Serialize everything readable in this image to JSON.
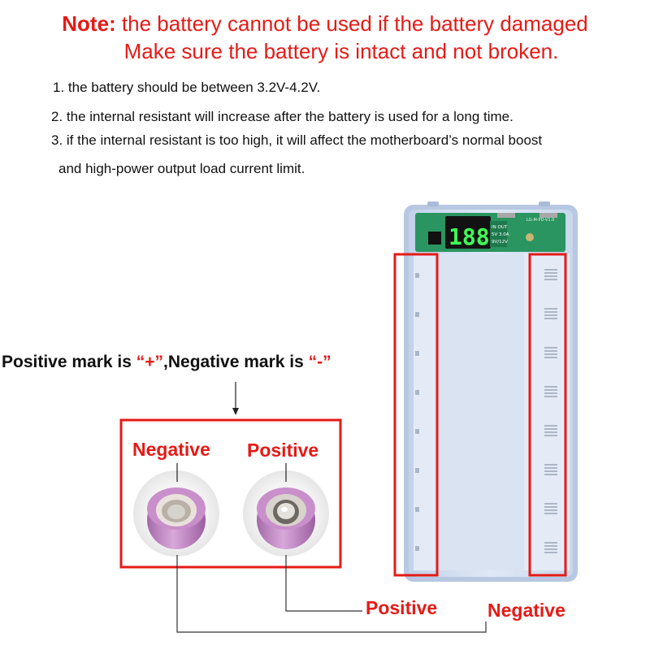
{
  "note": {
    "prefix": "Note:",
    "line1": " the battery cannot be used if the battery damaged",
    "line2": "Make sure the battery is intact and not broken."
  },
  "items": [
    "1. the battery should be between 3.2V-4.2V.",
    "2. the internal resistant will increase after the battery is used for a long time.",
    "3. if the internal resistant is too high, it will affect the motherboard’s normal boost",
    "and high-power output load current limit."
  ],
  "mark": {
    "part1": "Positive mark is ",
    "plus": "“+”",
    "part2": ",Negative mark is ",
    "minus": "“-”"
  },
  "battery_labels": {
    "negative": "Negative",
    "positive": "Positive"
  },
  "bottom_labels": {
    "positive": "Positive",
    "negative": "Negative"
  },
  "display": {
    "digits": "188",
    "percent": "%",
    "line1": "IN OUT",
    "line2": "5V 3.0A",
    "line3": "9V/12V"
  },
  "pcb_text": "LG-M-PD-V1.0",
  "colors": {
    "accent_red": "#e41b17",
    "pcb_green": "#2a9560",
    "display_green": "#3fff56",
    "battery_purple": "#c98fcb",
    "case_blue": "#cfdcef"
  }
}
